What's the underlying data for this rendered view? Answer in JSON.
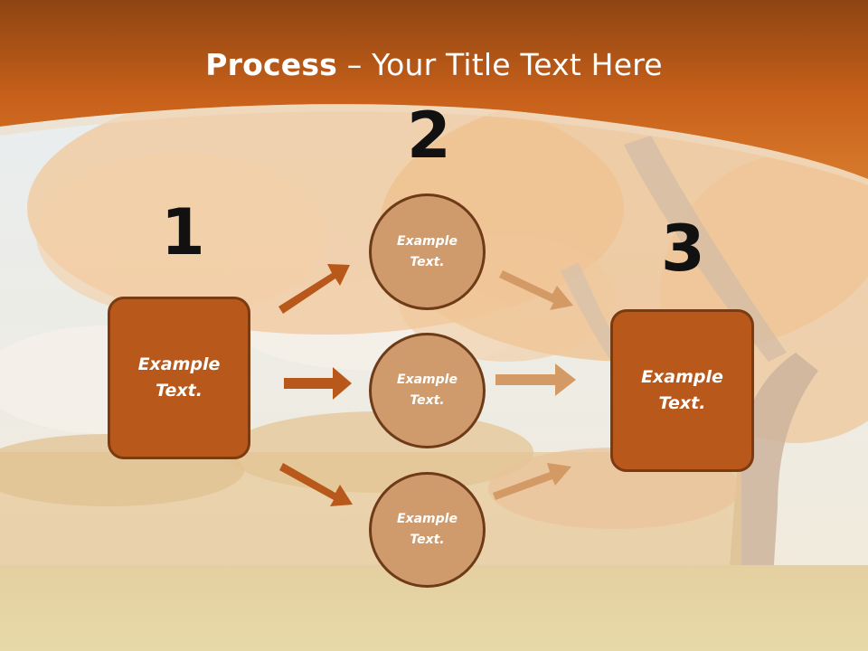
{
  "slide": {
    "title_bold": "Process",
    "title_rest": " – Your Title Text Here",
    "numbers": [
      "1",
      "2",
      "3"
    ],
    "left_box": "Example\nText.",
    "right_box": "Example\nText.",
    "circles": [
      "Example\nText.",
      "Example\nText.",
      "Example\nText."
    ]
  },
  "colors": {
    "banner": "#c8601a",
    "box_fill": "#b8581a",
    "circle_fill": "#cf9a6c",
    "arrow_dark": "#b8581a",
    "arrow_light": "#d49a66"
  }
}
